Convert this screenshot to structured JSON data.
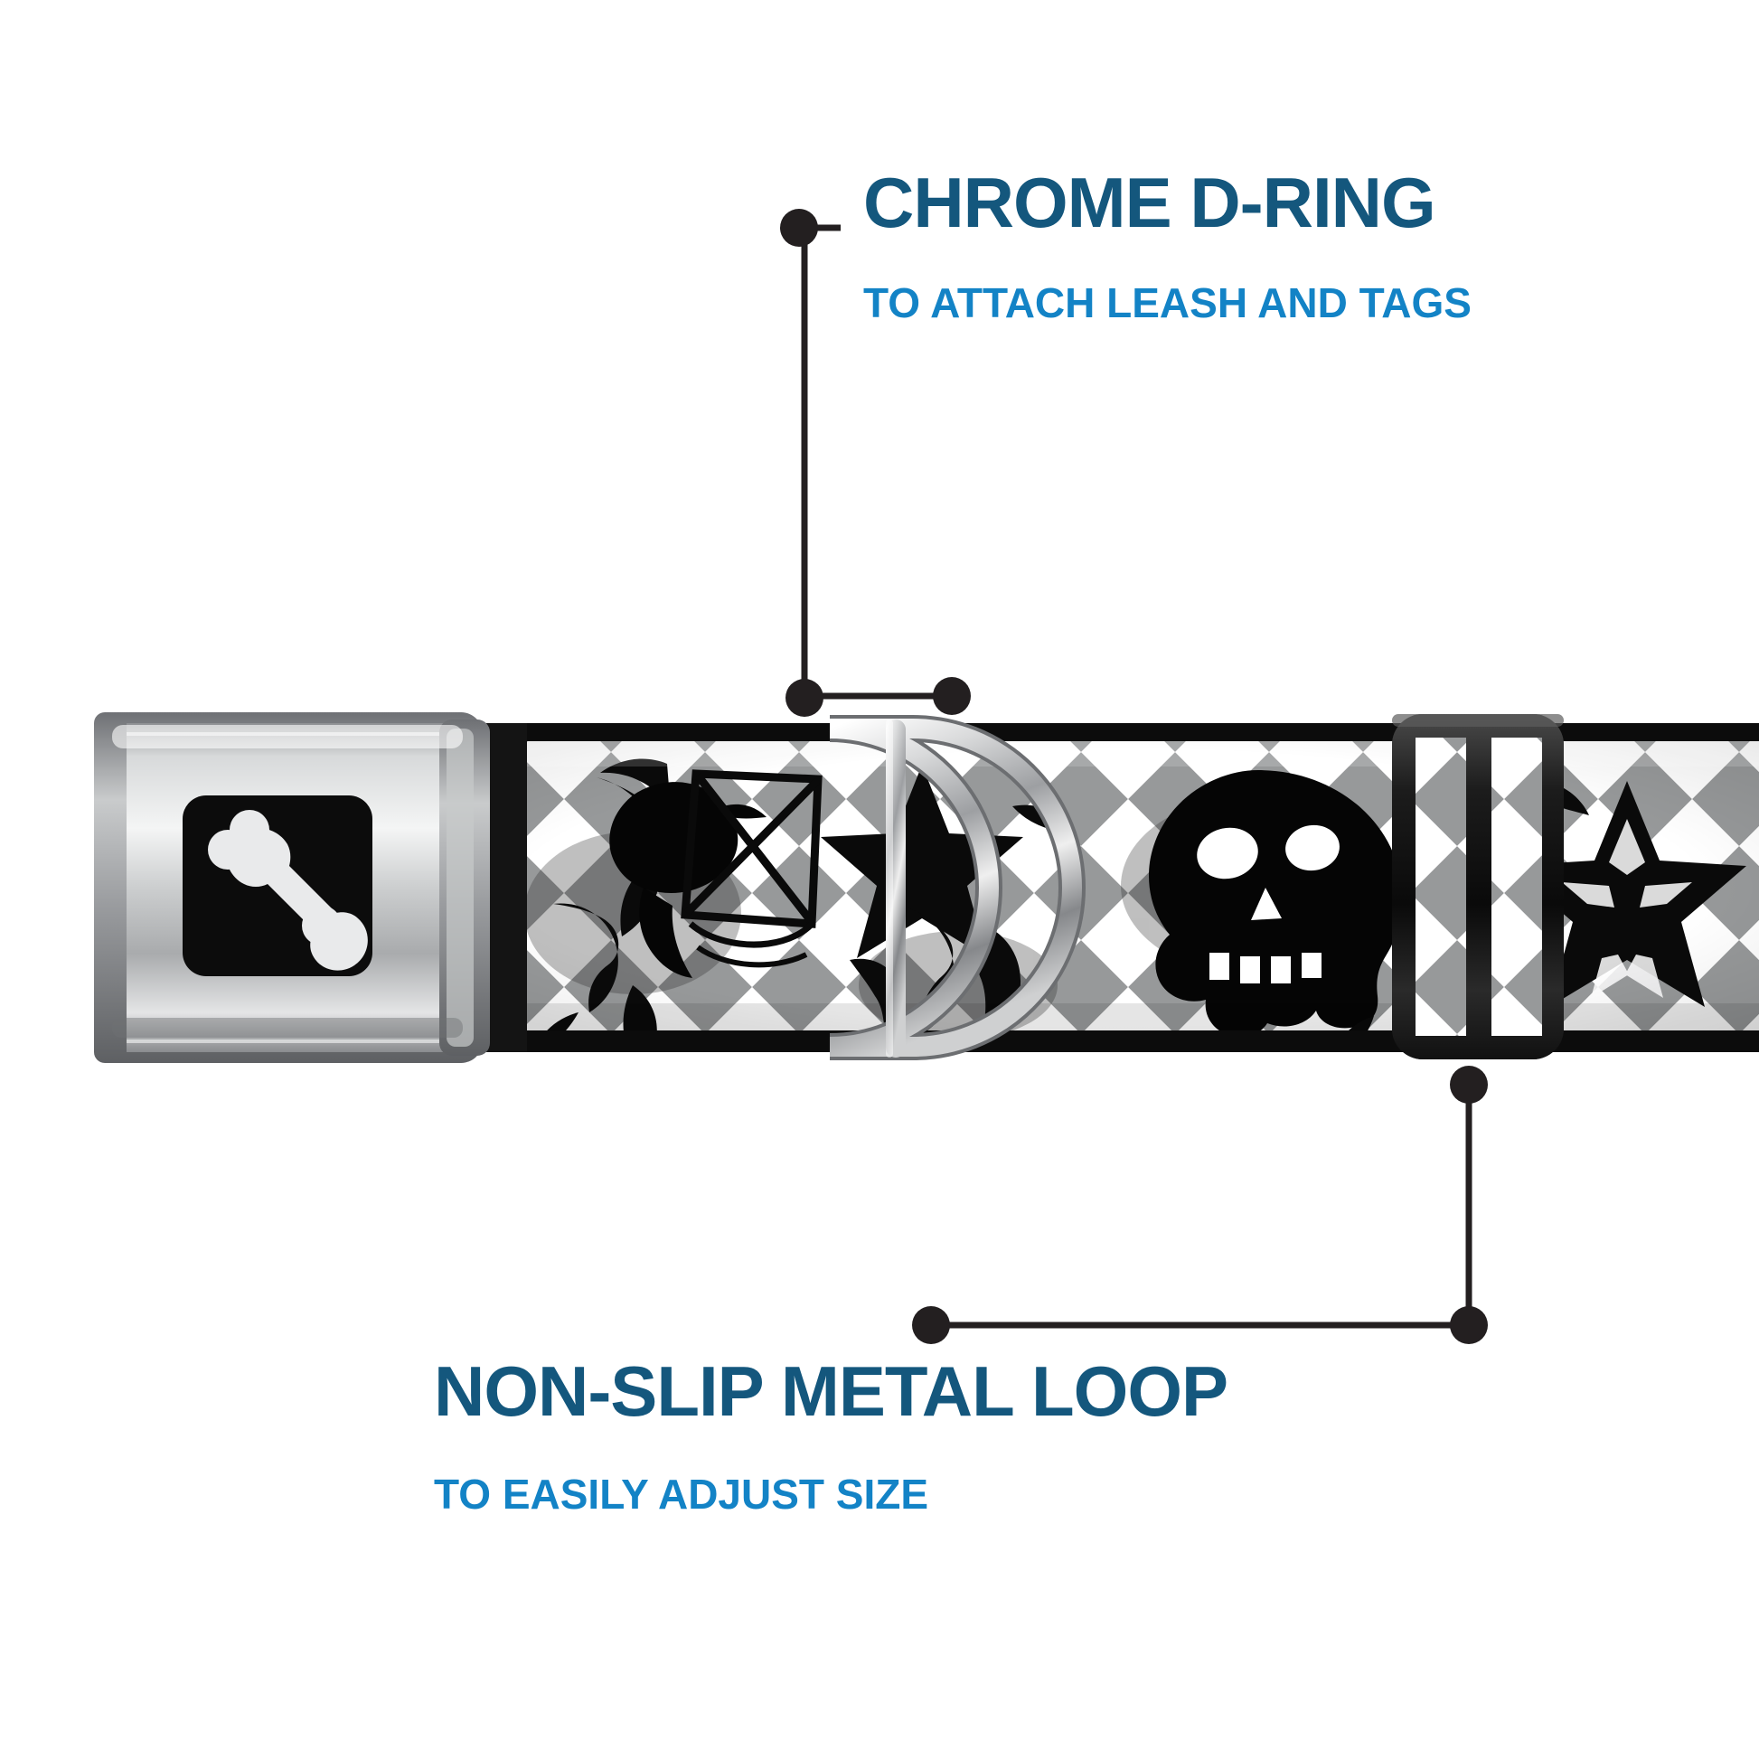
{
  "product": {
    "type": "seatbelt-buckle-dog-collar",
    "strap_pattern": "gray and white diagonal harlequin check with black skull, star and filigree graphics",
    "buckle_emblem": "dog-bone"
  },
  "callouts": [
    {
      "id": "chrome-d-ring",
      "title": "CHROME D-RING",
      "subtitle": "TO ATTACH LEASH AND TAGS",
      "title_color": "#14577d",
      "subtitle_color": "#1383c6",
      "leader_color": "#231f20"
    },
    {
      "id": "non-slip-metal-loop",
      "title": "NON-SLIP METAL LOOP",
      "subtitle": "TO EASILY ADJUST SIZE",
      "title_color": "#14577d",
      "subtitle_color": "#1383c6",
      "leader_color": "#231f20"
    }
  ],
  "colors": {
    "background": "#ffffff",
    "title_blue_dark": "#14577d",
    "subtitle_blue": "#1383c6",
    "leader_black": "#231f20",
    "chrome_light": "#f2f2f2",
    "chrome_mid": "#b9bbbd",
    "chrome_dark": "#76787b",
    "strap_black": "#000000",
    "strap_gray": "#8e9192",
    "strap_white": "#ffffff"
  }
}
